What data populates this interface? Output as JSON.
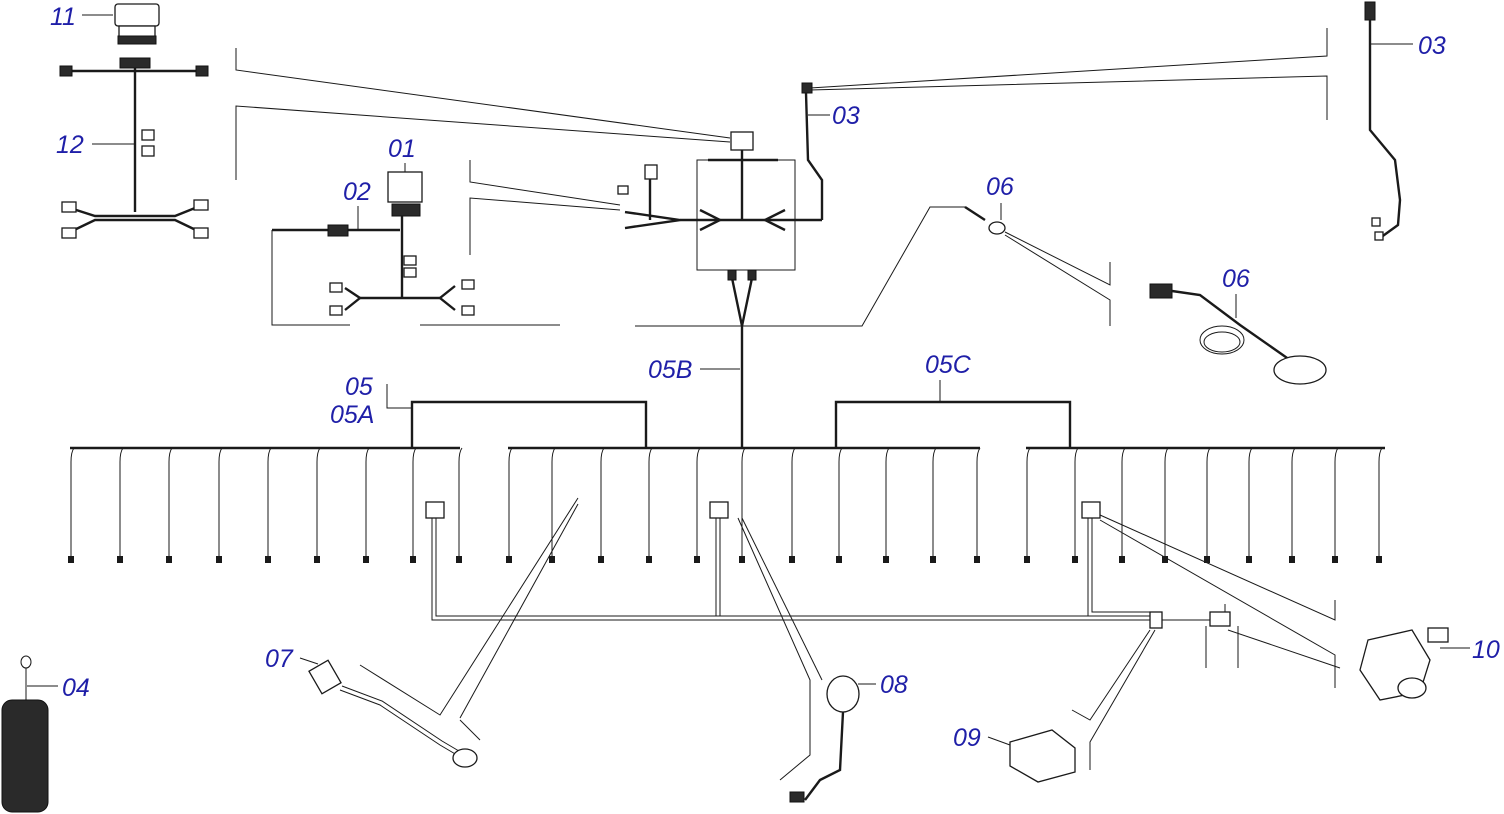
{
  "callouts": {
    "c11": "11",
    "c12": "12",
    "c01": "01",
    "c02": "02",
    "c03a": "03",
    "c03b": "03",
    "c06a": "06",
    "c06b": "06",
    "c05": "05",
    "c05a": "05A",
    "c05b": "05B",
    "c05c": "05C",
    "c07": "07",
    "c04": "04",
    "c08": "08",
    "c09": "09",
    "c10": "10"
  },
  "colors": {
    "callout_text": "#1f1fa8",
    "line": "#1a1a1a"
  }
}
